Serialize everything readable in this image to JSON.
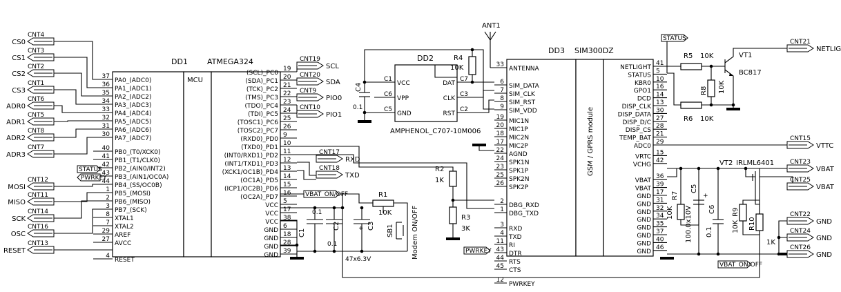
{
  "mcu": {
    "ref": "DD1",
    "part": "ATMEGA324",
    "body": "MCU",
    "left_pins": [
      {
        "num": "37",
        "name": "PA0_(ADC0)"
      },
      {
        "num": "36",
        "name": "PA1_(ADC1)"
      },
      {
        "num": "35",
        "name": "PA2_(ADC2)"
      },
      {
        "num": "34",
        "name": "PA3_(ADC3)"
      },
      {
        "num": "33",
        "name": "PA4_(ADC4)"
      },
      {
        "num": "32",
        "name": "PA5_(ADC5)"
      },
      {
        "num": "31",
        "name": "PA6_(ADC6)"
      },
      {
        "num": "30",
        "name": "PA7_(ADC7)"
      },
      {
        "num": "40",
        "name": "PB0_(T0/XCK0)"
      },
      {
        "num": "41",
        "name": "PB1_(T1/CLK0)"
      },
      {
        "num": "42",
        "name": "PB2_(AIN0/INT2)"
      },
      {
        "num": "43",
        "name": "PB3_(AIN1/OC0A)"
      },
      {
        "num": "44",
        "name": "PB4_(SS/OC0B)"
      },
      {
        "num": "1",
        "name": "PB5_(MOSI)"
      },
      {
        "num": "2",
        "name": "PB6_(MISO)"
      },
      {
        "num": "3",
        "name": "PB7_(SCK)"
      },
      {
        "num": "8",
        "name": "XTAL1"
      },
      {
        "num": "7",
        "name": "XTAL2"
      },
      {
        "num": "29",
        "name": "AREF"
      },
      {
        "num": "27",
        "name": "AVCC"
      },
      {
        "num": "4",
        "name": "RESET"
      }
    ],
    "right_pins": [
      {
        "num": "19",
        "name": "(SCL)_PC0"
      },
      {
        "num": "20",
        "name": "(SDA)_PC1"
      },
      {
        "num": "21",
        "name": "(TCK)_PC2"
      },
      {
        "num": "22",
        "name": "(TMS)_PC3"
      },
      {
        "num": "23",
        "name": "(TDO)_PC4"
      },
      {
        "num": "24",
        "name": "(TDI)_PC5"
      },
      {
        "num": "25",
        "name": "(TOSC1)_PC6"
      },
      {
        "num": "26",
        "name": "(TOSC2)_PC7"
      },
      {
        "num": "9",
        "name": "(RXD0)_PD0"
      },
      {
        "num": "10",
        "name": "(TXD0)_PD1"
      },
      {
        "num": "11",
        "name": "(INT0/RXD1)_PD2"
      },
      {
        "num": "12",
        "name": "(INT1/TXD1)_PD3"
      },
      {
        "num": "13",
        "name": "(XCK1/OC1B)_PD4"
      },
      {
        "num": "14",
        "name": "(OC1A)_PD5"
      },
      {
        "num": "15",
        "name": "(ICP1/OC2B)_PD6"
      },
      {
        "num": "16",
        "name": "(OC2A)_PD7"
      },
      {
        "num": "5",
        "name": "VCC"
      },
      {
        "num": "17",
        "name": "VCC"
      },
      {
        "num": "38",
        "name": "VCC"
      },
      {
        "num": "6",
        "name": "GND"
      },
      {
        "num": "18",
        "name": "GND"
      },
      {
        "num": "28",
        "name": "GND"
      },
      {
        "num": "39",
        "name": "GND"
      }
    ]
  },
  "gsm": {
    "ref": "DD3",
    "part": "SIM300DZ",
    "body": "GSM / GPRS module",
    "left_pins": [
      {
        "num": "33",
        "name": "ANTENNA"
      },
      {
        "num": "6",
        "name": "SIM_DATA"
      },
      {
        "num": "7",
        "name": "SIM_CLK"
      },
      {
        "num": "8",
        "name": "SIM_RST"
      },
      {
        "num": "9",
        "name": "SIM_VDD"
      },
      {
        "num": "19",
        "name": "MIC1N"
      },
      {
        "num": "20",
        "name": "MIC1P"
      },
      {
        "num": "18",
        "name": "MIC2N"
      },
      {
        "num": "17",
        "name": "MIC2P"
      },
      {
        "num": "22",
        "name": "AGND"
      },
      {
        "num": "24",
        "name": "SPK1N"
      },
      {
        "num": "23",
        "name": "SPK1P"
      },
      {
        "num": "25",
        "name": "SPK2N"
      },
      {
        "num": "26",
        "name": "SPK2P"
      },
      {
        "num": "2",
        "name": "DBG_RXD"
      },
      {
        "num": "1",
        "name": "DBG_TXD"
      },
      {
        "num": "3",
        "name": "RXD"
      },
      {
        "num": "4",
        "name": "TXD"
      },
      {
        "num": "11",
        "name": "RI"
      },
      {
        "num": "43",
        "name": "DTR"
      },
      {
        "num": "44",
        "name": "RTS"
      },
      {
        "num": "45",
        "name": "CTS"
      },
      {
        "num": "12",
        "name": "PWRKEY"
      }
    ],
    "right_pins": [
      {
        "num": "41",
        "name": "NETLIGHT"
      },
      {
        "num": "5",
        "name": "STATUS"
      },
      {
        "num": "10",
        "name": "KBR0"
      },
      {
        "num": "16",
        "name": "GPO1"
      },
      {
        "num": "14",
        "name": "DCD"
      },
      {
        "num": "13",
        "name": "DISP_CLK"
      },
      {
        "num": "30",
        "name": "DISP_DATA"
      },
      {
        "num": "27",
        "name": "DISP_D/C"
      },
      {
        "num": "28",
        "name": "DISP_CS"
      },
      {
        "num": "21",
        "name": "TEMP_BAT"
      },
      {
        "num": "29",
        "name": "ADC0"
      },
      {
        "num": "15",
        "name": "VRTC"
      },
      {
        "num": "42",
        "name": "VCHG"
      },
      {
        "num": "36",
        "name": "VBAT"
      },
      {
        "num": "39",
        "name": "VBAT"
      },
      {
        "num": "17",
        "name": "GND"
      },
      {
        "num": "31",
        "name": "GND"
      },
      {
        "num": "32",
        "name": "GND"
      },
      {
        "num": "34",
        "name": "GND"
      },
      {
        "num": "35",
        "name": "GND"
      },
      {
        "num": "37",
        "name": "GND"
      },
      {
        "num": "40",
        "name": "GND"
      },
      {
        "num": "46",
        "name": "GND"
      }
    ]
  },
  "sim": {
    "ref": "DD2",
    "part": "AMPHENOL_C707-10M006",
    "left_pins": [
      {
        "num": "C1",
        "name": "VCC"
      },
      {
        "num": "C6",
        "name": "VPP"
      },
      {
        "num": "C5",
        "name": "GND"
      }
    ],
    "right_pins": [
      {
        "num": "C7",
        "name": "DAT"
      },
      {
        "num": "C3",
        "name": "CLK"
      },
      {
        "num": "C2",
        "name": "RST"
      }
    ]
  },
  "connectors_left": [
    {
      "ref": "CNT4",
      "net": "CS0"
    },
    {
      "ref": "CNT3",
      "net": "CS1"
    },
    {
      "ref": "CNT2",
      "net": "CS2"
    },
    {
      "ref": "CNT1",
      "net": "CS3"
    },
    {
      "ref": "CNT6",
      "net": "ADR0"
    },
    {
      "ref": "CNT5",
      "net": "ADR1"
    },
    {
      "ref": "CNT8",
      "net": "ADR2"
    },
    {
      "ref": "CNT7",
      "net": "ADR3"
    },
    {
      "ref": "CNT12",
      "net": "MOSI"
    },
    {
      "ref": "CNT11",
      "net": "MISO"
    },
    {
      "ref": "CNT14",
      "net": "SCK"
    },
    {
      "ref": "CNT16",
      "net": "OSC"
    },
    {
      "ref": "CNT13",
      "net": "RESET"
    }
  ],
  "connectors_mid": [
    {
      "ref": "CNT19",
      "net": "SCL"
    },
    {
      "ref": "CNT20",
      "net": "SDA"
    },
    {
      "ref": "CNT9",
      "net": "PIO0"
    },
    {
      "ref": "CNT10",
      "net": "PIO1"
    },
    {
      "ref": "CNT17",
      "net": "RXD"
    },
    {
      "ref": "CNT18",
      "net": "TXD"
    }
  ],
  "connectors_right": [
    {
      "ref": "CNT21",
      "net": "NETLIGHT"
    },
    {
      "ref": "CNT15",
      "net": "VTTC"
    },
    {
      "ref": "CNT23",
      "net": "VBAT"
    },
    {
      "ref": "CNT25",
      "net": "VBAT"
    },
    {
      "ref": "CNT22",
      "net": "GND"
    },
    {
      "ref": "CNT24",
      "net": "GND"
    },
    {
      "ref": "CNT26",
      "net": "GND"
    }
  ],
  "flags": {
    "status": "STATUS",
    "pwrkey": "PWRKEY",
    "vbat_on_off": "VBAT_ON/OFF"
  },
  "antenna": "ANT1",
  "components": {
    "r1": {
      "ref": "R1",
      "value": "10K"
    },
    "r2": {
      "ref": "R2",
      "value": "1K"
    },
    "r3": {
      "ref": "R3",
      "value": "3K"
    },
    "r4": {
      "ref": "R4",
      "value": "10K"
    },
    "r5": {
      "ref": "R5",
      "value": "10K"
    },
    "r6": {
      "ref": "R6",
      "value": "10K"
    },
    "r7": {
      "ref": "R7",
      "value": "10K"
    },
    "r8": {
      "ref": "R8",
      "value": "10K"
    },
    "r9": {
      "ref": "R9",
      "value": "10K"
    },
    "r10": {
      "ref": "R10",
      "value": "1K"
    },
    "c1": {
      "ref": "C1",
      "value": "0.1"
    },
    "c2": {
      "ref": "C2",
      "value": "0.1"
    },
    "c3": {
      "ref": "C3",
      "value": "47x6.3V"
    },
    "c4": {
      "ref": "C4",
      "value": "0.1"
    },
    "c5": {
      "ref": "C5",
      "value": "100.0x10V"
    },
    "c6": {
      "ref": "C6",
      "value": "0.1"
    },
    "sb1": {
      "ref": "SB1",
      "label": "Modem ON/OFF"
    },
    "vt1": {
      "ref": "VT1",
      "part": "BC817"
    },
    "vt2": {
      "ref": "VT2",
      "part": "IRLML6401"
    }
  }
}
